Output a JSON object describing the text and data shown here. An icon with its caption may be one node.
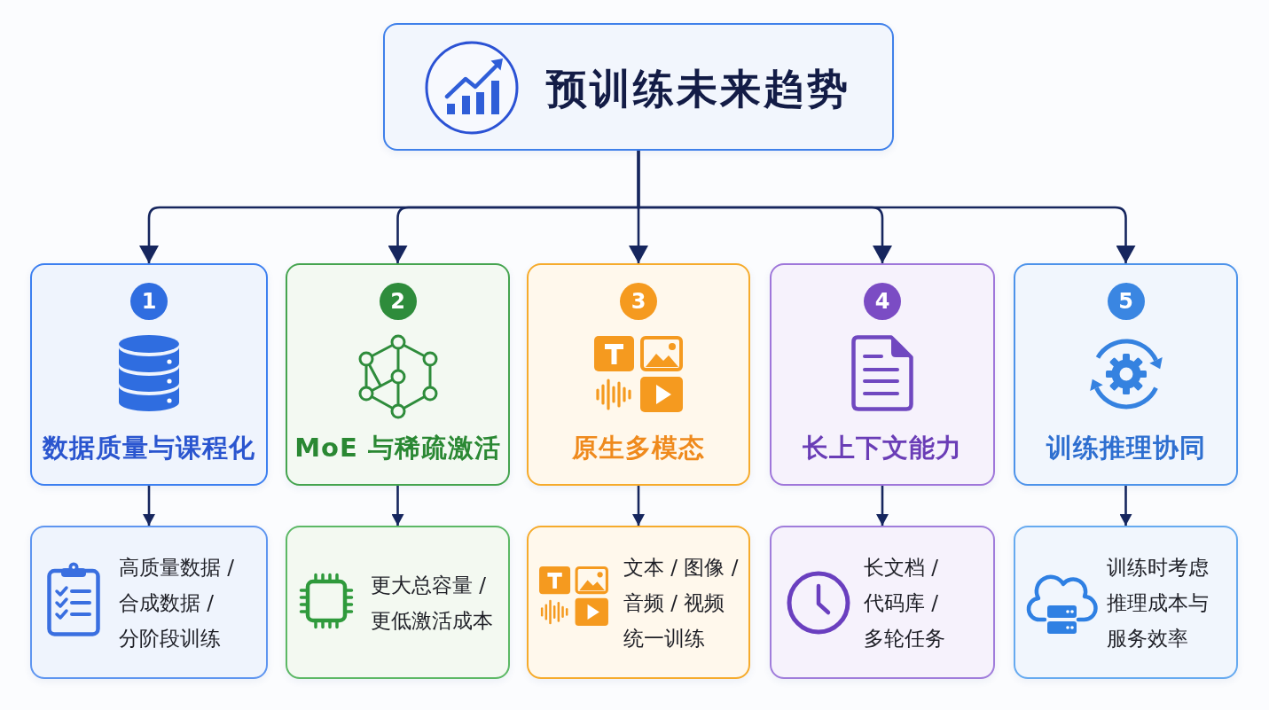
{
  "diagram": {
    "nodes": [
      {
        "text": [
          "预训练未来趋势"
        ]
      },
      {
        "text": [
          "数据质量与课程化"
        ]
      },
      {
        "text": [
          "1"
        ],
        "in": 1
      },
      {
        "text": [
          "MoE 与稀疏激活"
        ]
      },
      {
        "text": [
          "2"
        ],
        "in": 3
      },
      {
        "text": [
          "原生多模态"
        ]
      },
      {
        "text": [
          "3"
        ],
        "in": 5
      },
      {
        "text": [
          "长上下文能力"
        ]
      },
      {
        "text": [
          "4"
        ],
        "in": 7
      },
      {
        "text": [
          "训练推理协同"
        ]
      },
      {
        "text": [
          "5"
        ],
        "in": 9
      },
      {
        "text": [
          "高质量数据 / 合成数据 / 分阶段训练"
        ]
      },
      {
        "text": [
          "更大总容量 / 更低激活成本"
        ]
      },
      {
        "text": [
          "文本 / 图像 / 音频 / 视频统一训练"
        ]
      },
      {
        "text": [
          "长文档 / 代码库 / 多轮任务"
        ]
      },
      {
        "text": [
          "训练时考虑推理成本与服务效率"
        ]
      }
    ],
    "edges": [
      {
        "from": 0,
        "to": 1,
        "arrow": "to"
      },
      {
        "from": 0,
        "to": 3,
        "arrow": "to"
      },
      {
        "from": 0,
        "to": 5,
        "arrow": "to"
      },
      {
        "from": 0,
        "to": 7,
        "arrow": "to"
      },
      {
        "from": 0,
        "to": 9,
        "arrow": "to"
      },
      {
        "from": 1,
        "to": 11,
        "arrow": "to"
      },
      {
        "from": 3,
        "to": 12,
        "arrow": "to"
      },
      {
        "from": 5,
        "to": 13,
        "arrow": "to"
      },
      {
        "from": 7,
        "to": 14,
        "arrow": "to"
      },
      {
        "from": 9,
        "to": 15,
        "arrow": "to"
      }
    ]
  }
}
